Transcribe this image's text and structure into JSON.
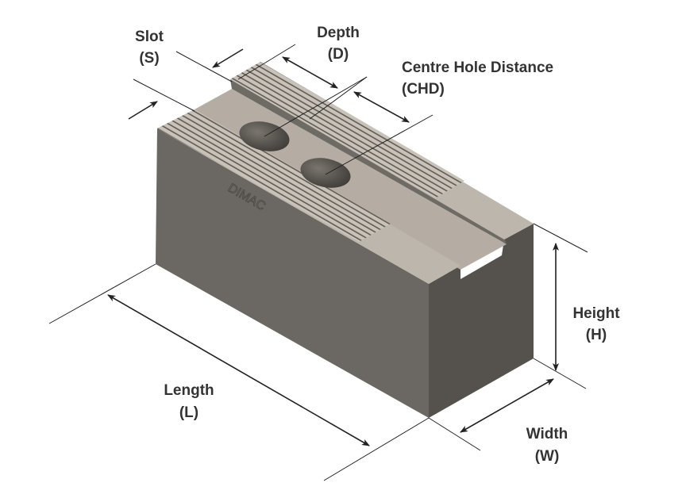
{
  "title": "Soft jaw dimensions diagram",
  "brand_mark": "DIMAC",
  "labels": {
    "slot": {
      "name": "Slot",
      "abbr": "(S)"
    },
    "depth": {
      "name": "Depth",
      "abbr": "(D)"
    },
    "chd": {
      "name": "Centre Hole Distance",
      "abbr": "(CHD)"
    },
    "height": {
      "name": "Height",
      "abbr": "(H)"
    },
    "length": {
      "name": "Length",
      "abbr": "(L)"
    },
    "width": {
      "name": "Width",
      "abbr": "(W)"
    }
  },
  "colors": {
    "front": "#6b6762",
    "end": "#55524d",
    "top": "#b9b2a8",
    "text": "#333333"
  }
}
